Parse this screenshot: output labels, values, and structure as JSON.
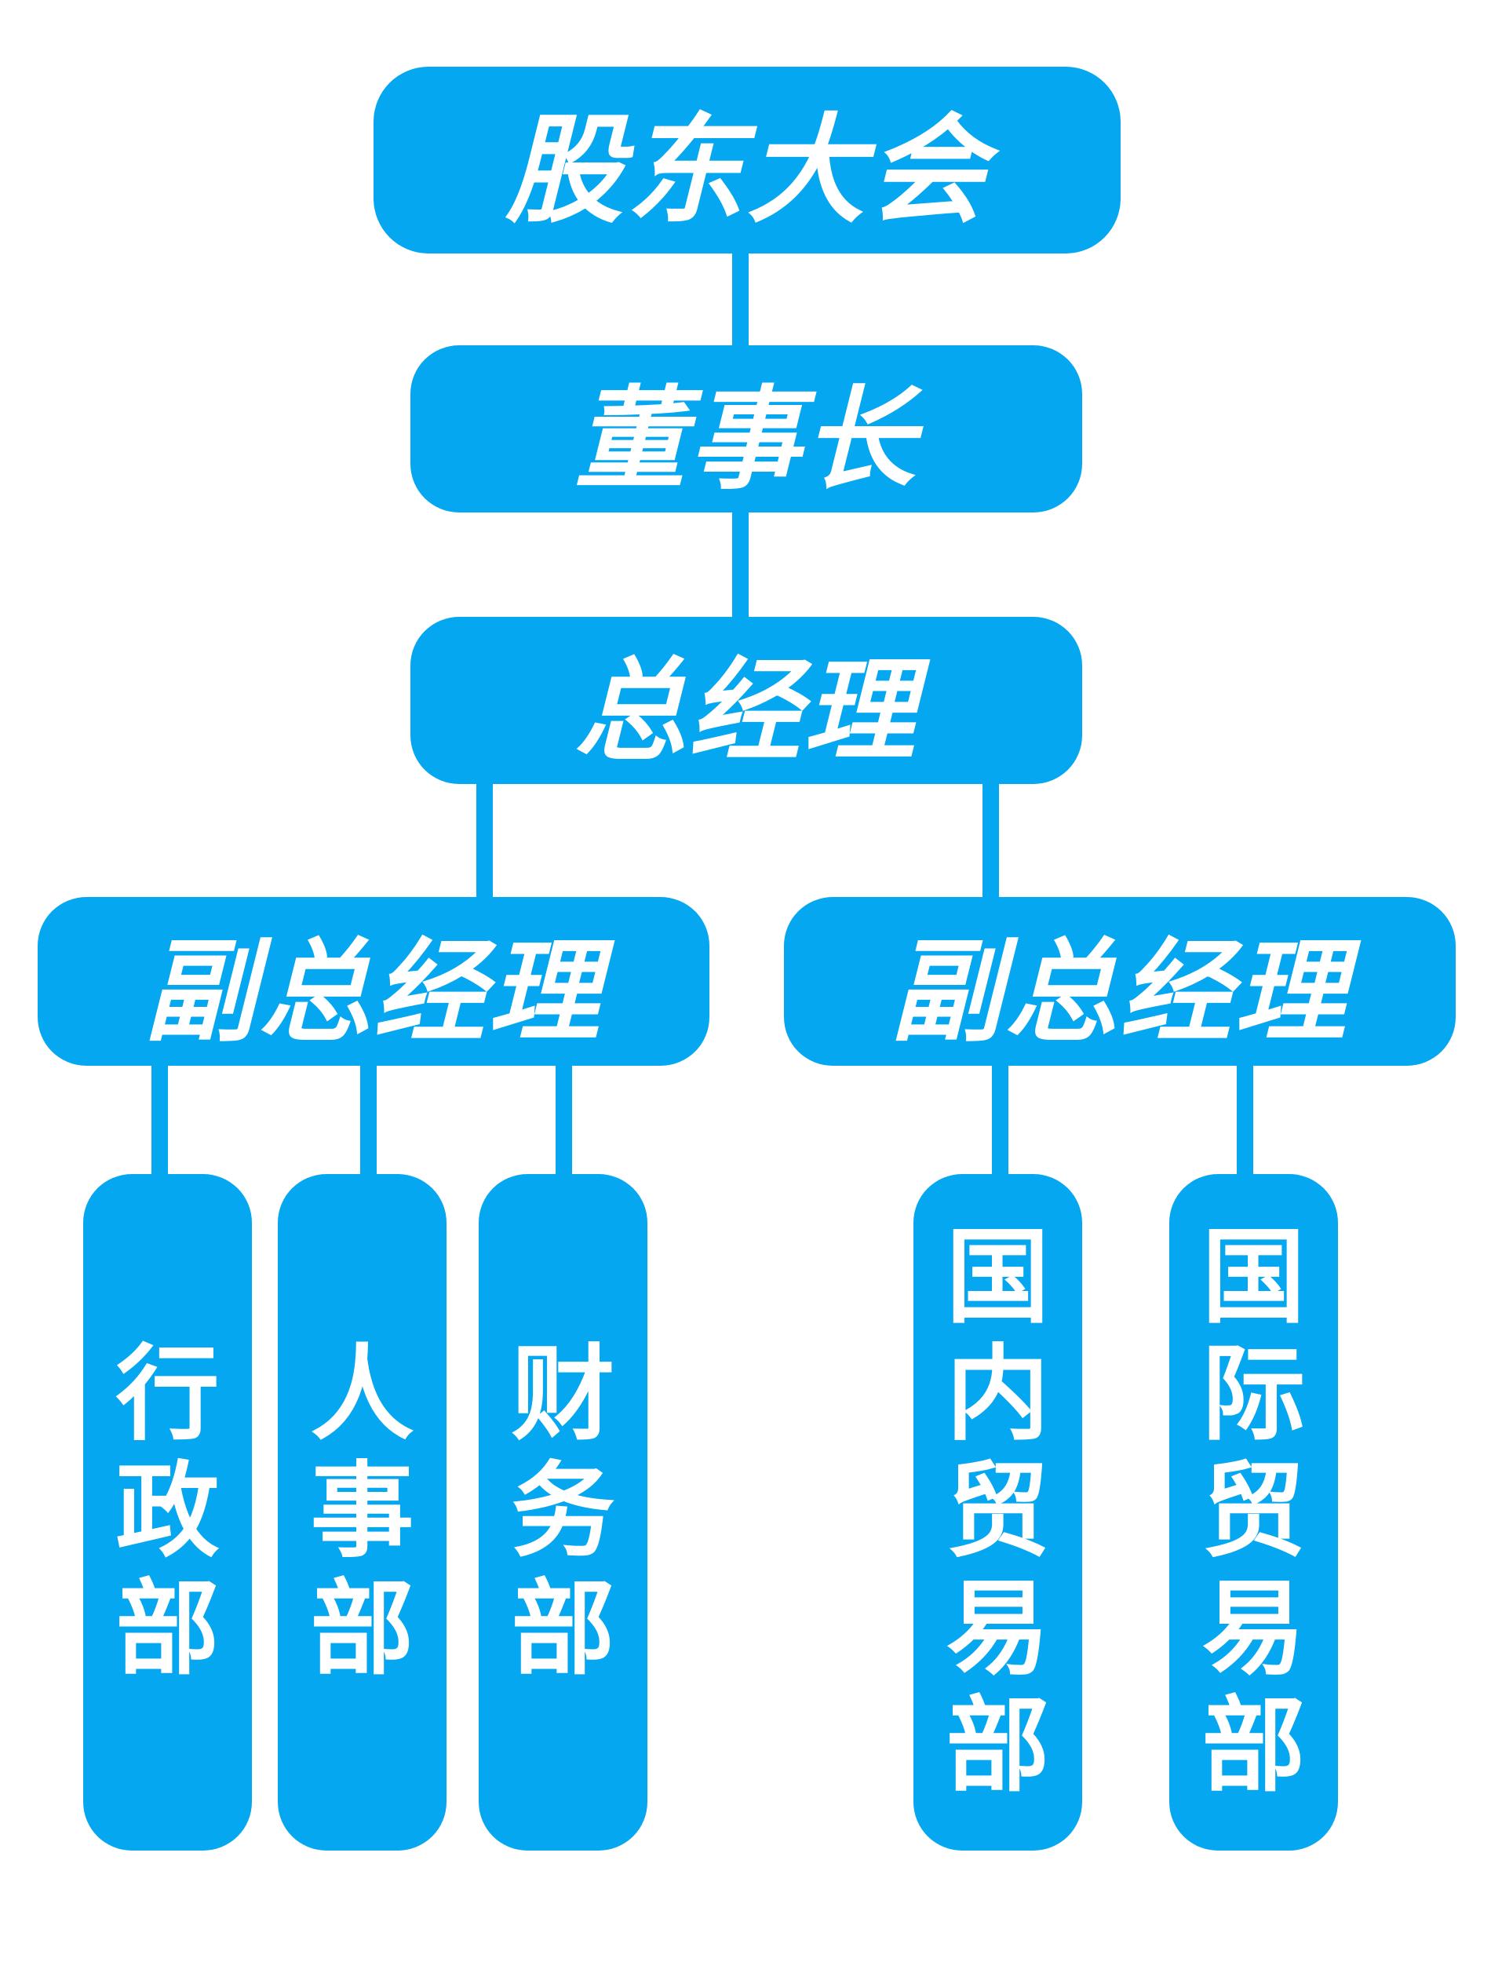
{
  "colors": {
    "box_fill": "#05a7f0",
    "connector": "#05a7f0",
    "text": "#ffffff",
    "background": "#ffffff"
  },
  "org_chart": {
    "shareholders_meeting": "股东大会",
    "chairman": "董事长",
    "general_manager": "总经理",
    "deputy_left": "副总经理",
    "deputy_right": "副总经理",
    "departments_left": [
      "行政部",
      "人事部",
      "财务部"
    ],
    "departments_right": [
      "国内贸易部",
      "国际贸易部"
    ]
  }
}
